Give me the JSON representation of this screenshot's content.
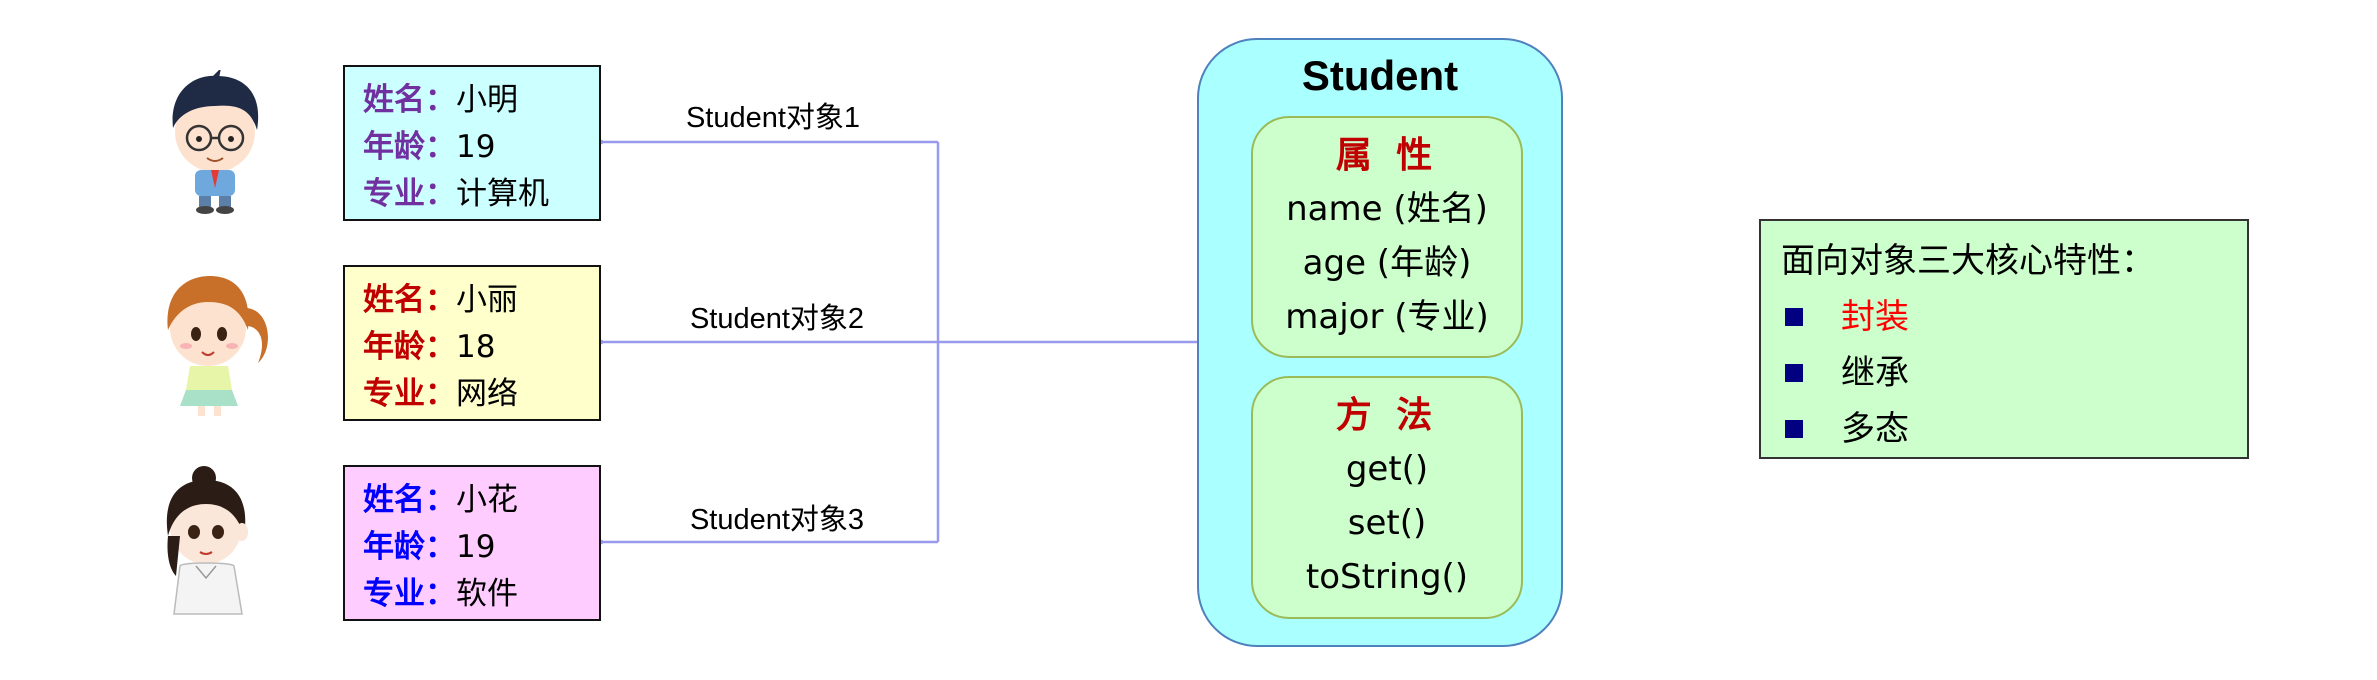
{
  "objects": [
    {
      "edge_label": "Student对象1",
      "fields": [
        {
          "label": "姓名：",
          "value": "小明"
        },
        {
          "label": "年龄：",
          "value": "19"
        },
        {
          "label": "专业：",
          "value": "计算机"
        }
      ]
    },
    {
      "edge_label": "Student对象2",
      "fields": [
        {
          "label": "姓名：",
          "value": "小丽"
        },
        {
          "label": "年龄：",
          "value": "18"
        },
        {
          "label": "专业：",
          "value": "网络"
        }
      ]
    },
    {
      "edge_label": "Student对象3",
      "fields": [
        {
          "label": "姓名：",
          "value": "小花"
        },
        {
          "label": "年龄：",
          "value": "19"
        },
        {
          "label": "专业：",
          "value": "软件"
        }
      ]
    }
  ],
  "class_box": {
    "title": "Student",
    "attributes_title": "属 性",
    "attributes": [
      "name (姓名)",
      "age (年龄)",
      "major (专业)"
    ],
    "methods_title": "方 法",
    "methods": [
      "get()",
      "set()",
      "toString()"
    ]
  },
  "features": {
    "title": "面向对象三大核心特性：",
    "items": [
      "封装",
      "继承",
      "多态"
    ],
    "highlight_color": "#ff0000",
    "bullet_color": "#000080"
  },
  "colors": {
    "connector": "#9999ee",
    "class_bg": "#aaffff",
    "section_bg": "#ccffcc"
  }
}
